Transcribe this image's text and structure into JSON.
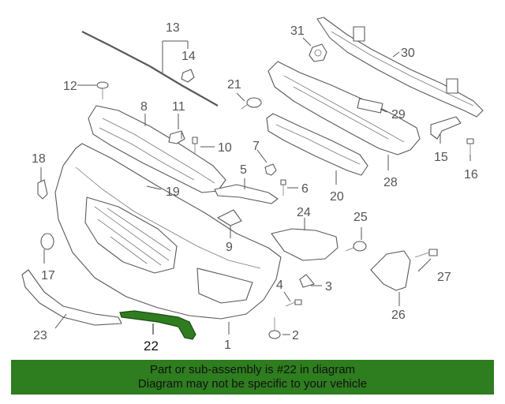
{
  "diagram": {
    "highlight_color": "#2e7d1e",
    "highlighted_part": "22",
    "callouts": [
      "1",
      "2",
      "3",
      "4",
      "5",
      "6",
      "7",
      "8",
      "9",
      "10",
      "11",
      "12",
      "13",
      "14",
      "15",
      "16",
      "17",
      "18",
      "19",
      "20",
      "21",
      "22",
      "23",
      "24",
      "25",
      "26",
      "27",
      "28",
      "29",
      "30",
      "31"
    ]
  },
  "banner": {
    "line1": "Part or sub-assembly is #22 in diagram",
    "line2": "Diagram may not be specific to your vehicle",
    "background": "#2e7d1e"
  }
}
